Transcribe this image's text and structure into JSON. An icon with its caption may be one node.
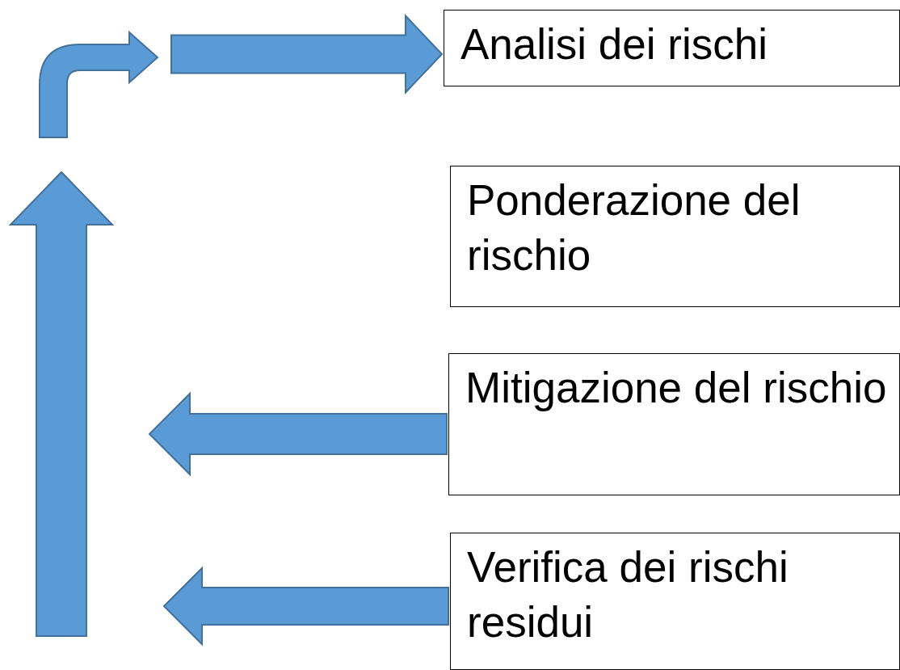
{
  "diagram": {
    "nodes": [
      {
        "text": [
          "Analisi dei rischi"
        ]
      },
      {
        "text": [
          "Ponderazione del rischio"
        ]
      },
      {
        "text": [
          "Mitigazione del rischio"
        ]
      },
      {
        "text": [
          "Verifica dei rischi residui"
        ]
      }
    ],
    "edges": [
      {
        "from": null,
        "to": 0,
        "arrow": "to"
      },
      {
        "from": 2,
        "to": null,
        "arrow": "to"
      },
      {
        "from": 3,
        "to": null,
        "arrow": "to"
      }
    ]
  }
}
